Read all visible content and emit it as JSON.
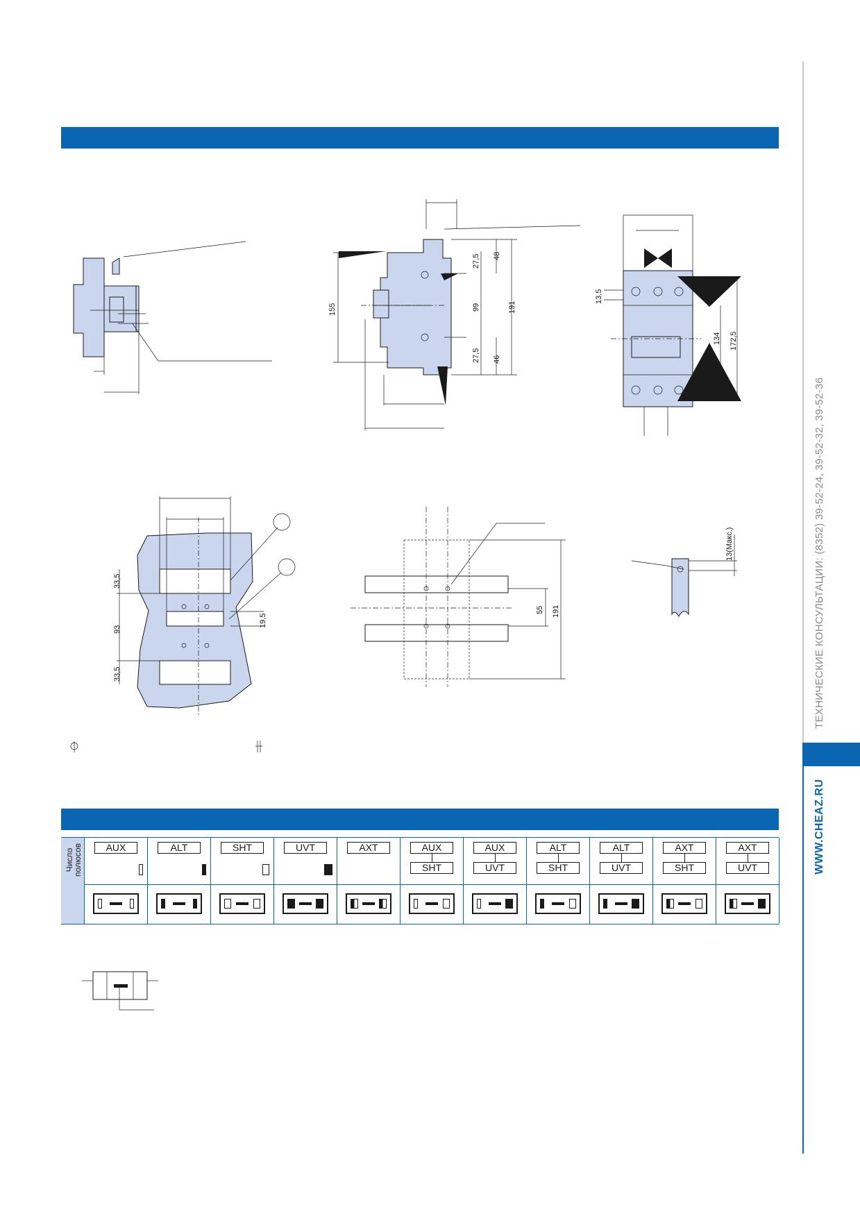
{
  "sidebar": {
    "consult": "ТЕХНИЧЕСКИЕ КОНСУЛЬТАЦИИ: (8352) 39-52-24, 39-52-32, 39-52-36",
    "site": "WWW.CHEAZ.RU"
  },
  "drawing_top": {
    "dims": {
      "d155": "155",
      "d275a": "27,5",
      "d48": "48",
      "d99": "99",
      "d191": "191",
      "d275b": "27,5",
      "d46": "46",
      "d135": "13,5",
      "d134": "134",
      "d1725": "172,5"
    }
  },
  "drawing_bottom": {
    "dims": {
      "d335a": "33,5",
      "d93": "93",
      "d335b": "33,5",
      "d195": "19,5",
      "d55": "55",
      "d191": "191",
      "d13max": "13(Макс.)"
    }
  },
  "table": {
    "row_header": "Число полюсов",
    "columns": [
      {
        "top": "AUX",
        "bottom": ""
      },
      {
        "top": "ALT",
        "bottom": ""
      },
      {
        "top": "SHT",
        "bottom": ""
      },
      {
        "top": "UVT",
        "bottom": ""
      },
      {
        "top": "AXT",
        "bottom": ""
      },
      {
        "top": "AUX",
        "bottom": "SHT"
      },
      {
        "top": "AUX",
        "bottom": "UVT"
      },
      {
        "top": "ALT",
        "bottom": "SHT"
      },
      {
        "top": "ALT",
        "bottom": "UVT"
      },
      {
        "top": "AXT",
        "bottom": "SHT"
      },
      {
        "top": "AXT",
        "bottom": "UVT"
      }
    ]
  },
  "colors": {
    "accent": "#0a66b2",
    "fill": "#c9d6ee"
  }
}
